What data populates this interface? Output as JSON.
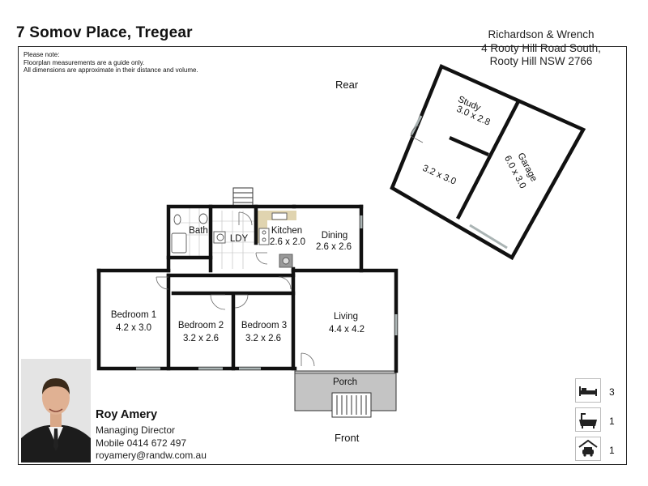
{
  "header": {
    "address": "7 Somov Place, Tregear",
    "note": [
      "Please note:",
      "Floorplan measurements are a guide only.",
      "All dimensions are approximate in their distance and volume."
    ]
  },
  "agency": {
    "lines": [
      "Richardson & Wrench",
      "4 Rooty Hill Road South,",
      "Rooty Hill NSW 2766"
    ]
  },
  "orientation": {
    "rear": "Rear",
    "front": "Front"
  },
  "rooms": {
    "bath": {
      "name": "Bath"
    },
    "ldy": {
      "name": "LDY"
    },
    "kitchen": {
      "name": "Kitchen",
      "dims": "2.6 x 2.0"
    },
    "dining": {
      "name": "Dining",
      "dims": "2.6 x 2.6"
    },
    "bedroom1": {
      "name": "Bedroom 1",
      "dims": "4.2 x 3.0"
    },
    "bedroom2": {
      "name": "Bedroom 2",
      "dims": "3.2 x 2.6"
    },
    "bedroom3": {
      "name": "Bedroom 3",
      "dims": "3.2 x 2.6"
    },
    "living": {
      "name": "Living",
      "dims": "4.4 x 4.2"
    },
    "porch": {
      "name": "Porch"
    },
    "study": {
      "name": "Study",
      "dims": "3.0 x 2.8"
    },
    "annex": {
      "dims": "3.2 x 3.0"
    },
    "garage": {
      "name": "Garage",
      "dims": "6.0 x 3.0"
    }
  },
  "agent": {
    "name": "Roy Amery",
    "title": "Managing Director",
    "mobile": "Mobile 0414 672 497",
    "email": "royamery@randw.com.au"
  },
  "features": {
    "bedrooms": {
      "icon": "bed-icon",
      "count": "3"
    },
    "bathrooms": {
      "icon": "bathtub-icon",
      "count": "1"
    },
    "garage": {
      "icon": "car-garage-icon",
      "count": "1"
    }
  },
  "colors": {
    "wall": "#111111",
    "porch": "#c4c4c4",
    "bench": "#e0d4b0",
    "window": "#aab4b4"
  }
}
